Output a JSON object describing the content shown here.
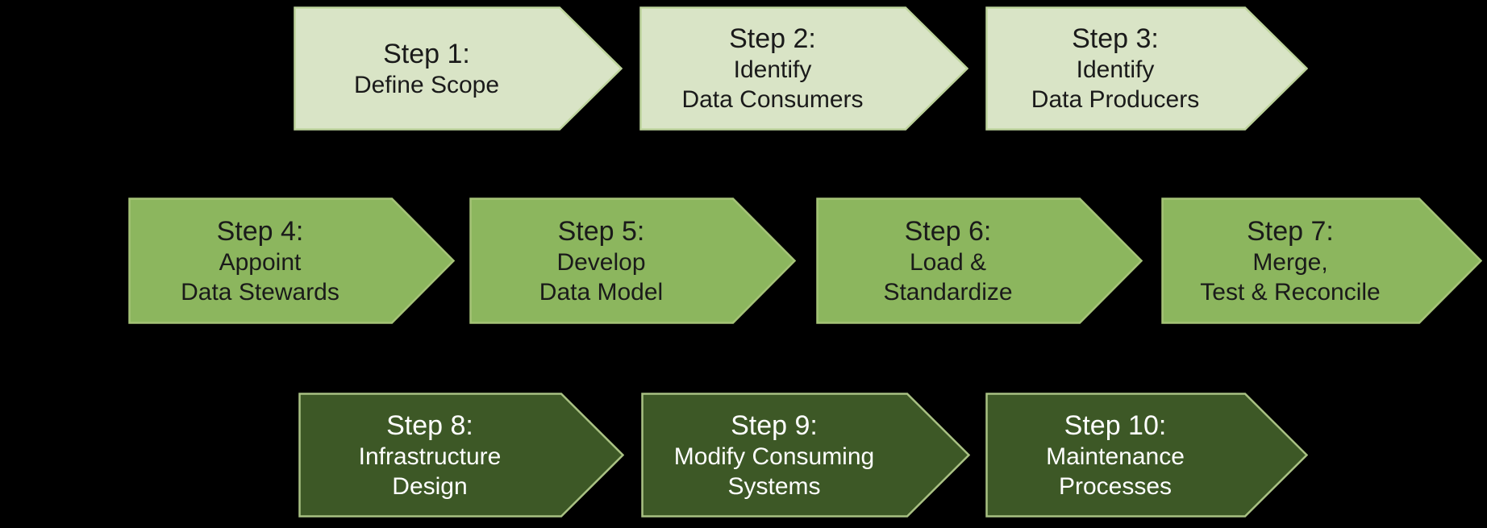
{
  "diagram": {
    "kind": "process-flow-arrows",
    "rows_count": 3,
    "steps_count": 10
  },
  "colors": {
    "background": "#000000",
    "rows": [
      {
        "fill": "#d9e4c6",
        "border": "#bed49c",
        "text": "#1a1a1a"
      },
      {
        "fill": "#8cb65e",
        "border": "#a5c377",
        "text": "#1a1a1a"
      },
      {
        "fill": "#3d5826",
        "border": "#a9c183",
        "text": "#ffffff"
      }
    ]
  },
  "steps": [
    {
      "title": "Step 1:",
      "body": "Define Scope",
      "row": 1
    },
    {
      "title": "Step 2:",
      "body": "Identify\nData Consumers",
      "row": 1
    },
    {
      "title": "Step 3:",
      "body": "Identify\nData Producers",
      "row": 1
    },
    {
      "title": "Step 4:",
      "body": "Appoint\nData Stewards",
      "row": 2
    },
    {
      "title": "Step 5:",
      "body": "Develop\nData Model",
      "row": 2
    },
    {
      "title": "Step 6:",
      "body": "Load &\nStandardize",
      "row": 2
    },
    {
      "title": "Step 7:",
      "body": "Merge,\nTest & Reconcile",
      "row": 2
    },
    {
      "title": "Step 8:",
      "body": "Infrastructure\nDesign",
      "row": 3
    },
    {
      "title": "Step 9:",
      "body": "Modify Consuming\nSystems",
      "row": 3
    },
    {
      "title": "Step 10:",
      "body": "Maintenance\nProcesses",
      "row": 3
    }
  ]
}
